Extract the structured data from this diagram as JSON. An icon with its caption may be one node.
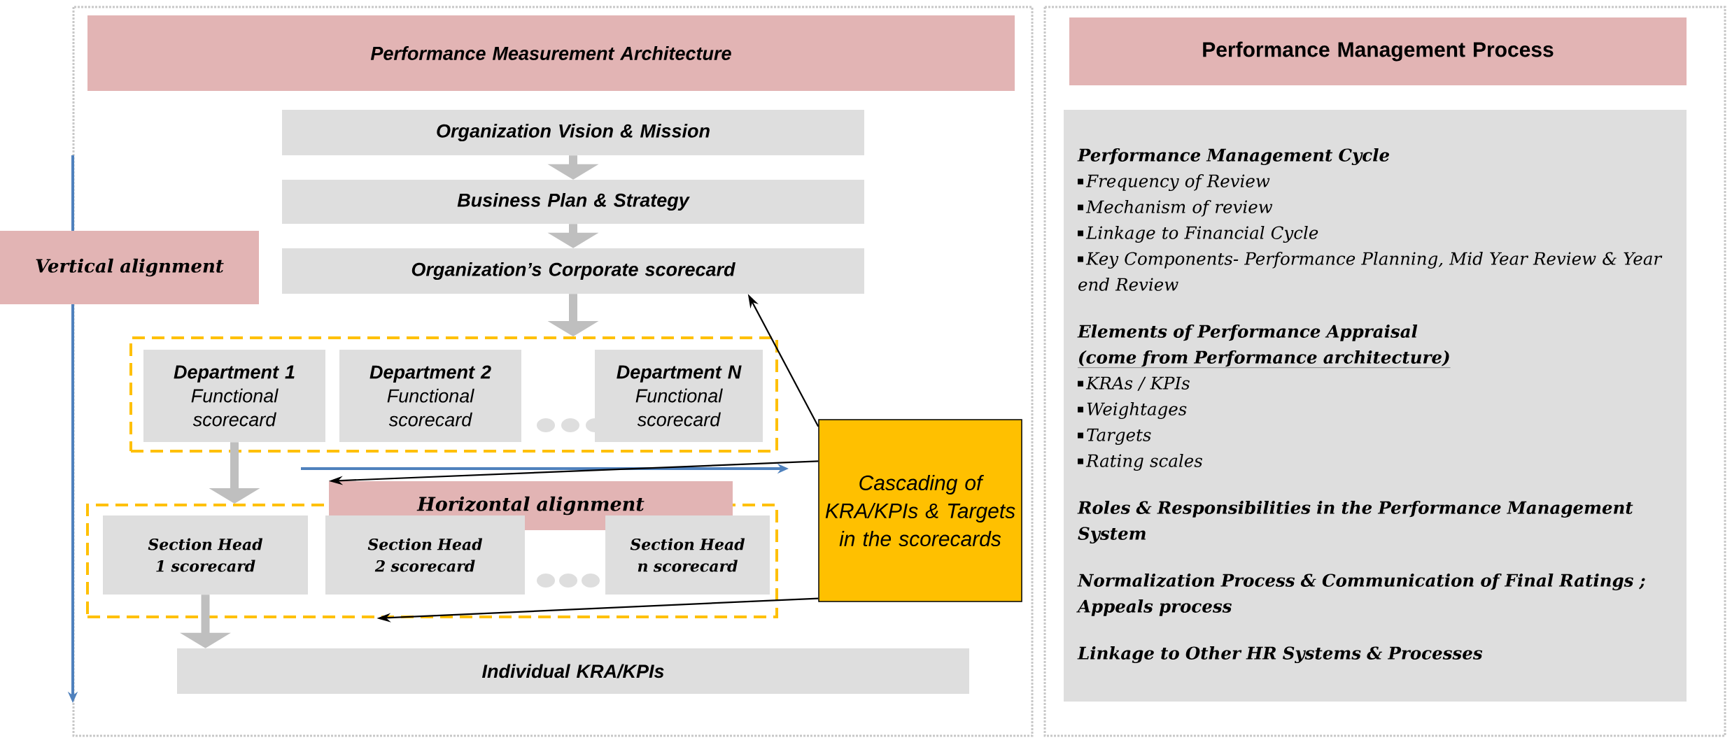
{
  "diagram": {
    "nodes": [
      {
        "text": [
          "Performance Measurement Architecture"
        ]
      },
      {
        "text": [
          "Vertical  alignment"
        ]
      },
      {
        "text": [
          "Organization Vision & Mission"
        ]
      },
      {
        "text": [
          "Business Plan & Strategy"
        ]
      },
      {
        "text": [
          "Organization’s Corporate scorecard"
        ]
      },
      {
        "text": [],
        "shape": "box"
      },
      {
        "text": [
          "Department 1",
          "Functional scorecard"
        ],
        "in": 5
      },
      {
        "text": [
          "Department 2",
          "Functional scorecard"
        ],
        "in": 5
      },
      {
        "text": [
          "Department N",
          "Functional scorecard"
        ],
        "in": 5
      },
      {
        "text": [
          "Horizontal alignment"
        ]
      },
      {
        "text": [],
        "shape": "box"
      },
      {
        "text": [
          "Section Head 1 scorecard"
        ],
        "in": 10
      },
      {
        "text": [
          "Section Head 2 scorecard"
        ],
        "in": 10
      },
      {
        "text": [
          "Section Head n scorecard"
        ],
        "in": 10
      },
      {
        "text": [
          "Individual KRA/KPIs"
        ]
      },
      {
        "text": [
          "Cascading of KRA/KPIs & Targets in the scorecards"
        ]
      },
      {
        "text": [
          "Performance Management Process"
        ]
      },
      {
        "text": [
          "Performance Management Cycle",
          "Frequency of Review",
          "Mechanism of review",
          "Linkage to Financial Cycle",
          "Key Components- Performance Planning, Mid Year  Review & Year end Review",
          "Elements of Performance Appraisal",
          "(come from Performance architecture)",
          "KRAs / KPIs",
          "Weightages",
          "Targets",
          "Rating scales",
          "Roles & Responsibilities in the Performance Management System",
          "Normalization Process & Communication of Final Ratings ; Appeals process",
          "Linkage to Other HR Systems & Processes"
        ]
      }
    ],
    "edges": [
      {
        "from": 2,
        "to": 3,
        "arrow": "to"
      },
      {
        "from": 3,
        "to": 4,
        "arrow": "to"
      },
      {
        "from": 4,
        "to": 5,
        "arrow": "to"
      },
      {
        "from": 6,
        "to": 10,
        "arrow": "to"
      },
      {
        "from": 11,
        "to": 14,
        "arrow": "to"
      },
      {
        "from": 15,
        "to": 4,
        "arrow": "to",
        "color": "#000000"
      },
      {
        "from": 15,
        "to": 9,
        "arrow": "to",
        "color": "#000000"
      },
      {
        "from": 15,
        "to": 10,
        "arrow": "to",
        "color": "#000000"
      }
    ]
  }
}
